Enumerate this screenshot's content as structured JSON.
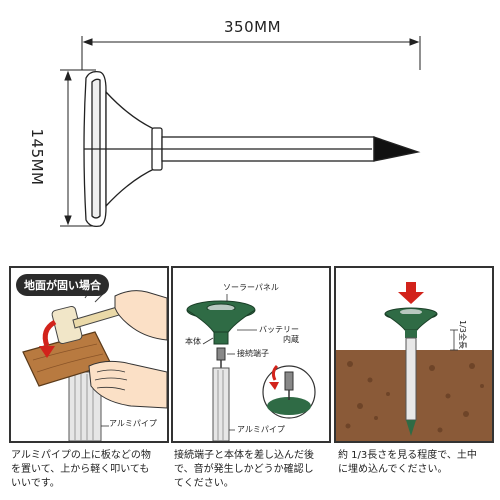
{
  "dimensions": {
    "width_label": "350MM",
    "height_label": "145MM"
  },
  "panels": {
    "panel1": {
      "badge": "地面が固い場合",
      "pipe_label": "アルミパイプ",
      "caption_lines": [
        "アルミパイプの上に板などの物",
        "を置いて、上から軽く叩いても",
        "いいです。"
      ]
    },
    "panel2": {
      "solar_panel_label": "ソーラーパネル",
      "body_label": "本体",
      "battery_label_line1": "バッテリー",
      "battery_label_line2": "内蔵",
      "terminal_label": "接続端子",
      "pipe_label": "アルミパイプ",
      "caption_lines": [
        "接続端子と本体を差し込んだ後",
        "で、音が発生しかどうか確認し",
        "てください。"
      ]
    },
    "panel3": {
      "depth_label": "1/3全長",
      "caption_lines": [
        "約 1/3長さを見る程度で、土中",
        "に埋め込んでください。"
      ]
    }
  },
  "colors": {
    "device_green": "#2f6b45",
    "soil_brown": "#8a5a38",
    "wood": "#b87a40",
    "arrow_red": "#d2231b"
  }
}
